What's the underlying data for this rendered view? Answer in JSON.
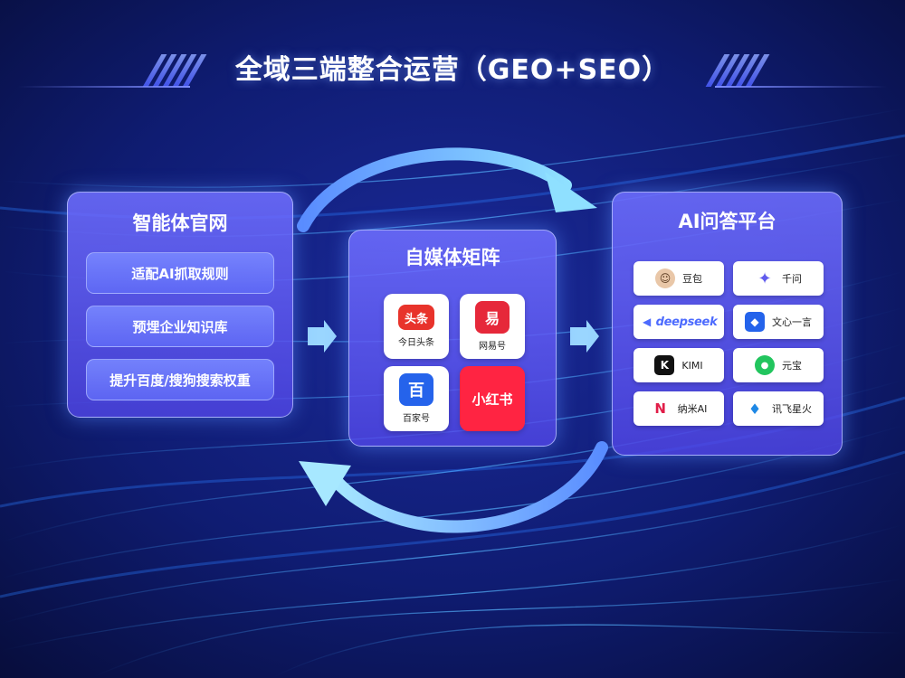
{
  "title": "全域三端整合运营（GEO+SEO）",
  "left_panel": {
    "title": "智能体官网",
    "items": [
      "适配AI抓取规则",
      "预埋企业知识库",
      "提升百度/搜狗搜索权重"
    ]
  },
  "middle_panel": {
    "title": "自媒体矩阵",
    "apps": [
      {
        "name": "今日头条",
        "logo_text": "头条",
        "icon": "toutiao-icon",
        "color": "#e8332b"
      },
      {
        "name": "网易号",
        "logo_text": "易",
        "icon": "netease-icon",
        "color": "#e6283a"
      },
      {
        "name": "百家号",
        "logo_text": "百",
        "icon": "baijiahao-icon",
        "color": "#2563eb"
      },
      {
        "name": "",
        "logo_text": "小红书",
        "icon": "xiaohongshu-icon",
        "color": "#ff2442"
      }
    ]
  },
  "right_panel": {
    "title": "AI问答平台",
    "platforms": [
      {
        "name": "豆包",
        "icon": "doubao-icon",
        "glyph": "☺",
        "color": "#e9c7a8"
      },
      {
        "name": "千问",
        "icon": "qianwen-icon",
        "glyph": "✦",
        "color": "#615ced"
      },
      {
        "name": "",
        "wordmark": "deepseek",
        "icon": "deepseek-icon",
        "glyph": "◀",
        "color": "#4d6bfe"
      },
      {
        "name": "文心一言",
        "icon": "wenxin-icon",
        "glyph": "◆",
        "color": "#2463eb"
      },
      {
        "name": "KIMI",
        "icon": "kimi-icon",
        "glyph": "K",
        "color": "#111111"
      },
      {
        "name": "元宝",
        "icon": "yuanbao-icon",
        "glyph": "●",
        "color": "#22c55e"
      },
      {
        "name": "纳米AI",
        "icon": "namiai-icon",
        "glyph": "N",
        "color": "#e11d48"
      },
      {
        "name": "讯飞星火",
        "icon": "xunfei-icon",
        "glyph": "♦",
        "color": "#1e88e5"
      }
    ]
  },
  "colors": {
    "accent": "#5b5ff0",
    "arrow": "#7ec8ff",
    "background": "#0a1450"
  }
}
